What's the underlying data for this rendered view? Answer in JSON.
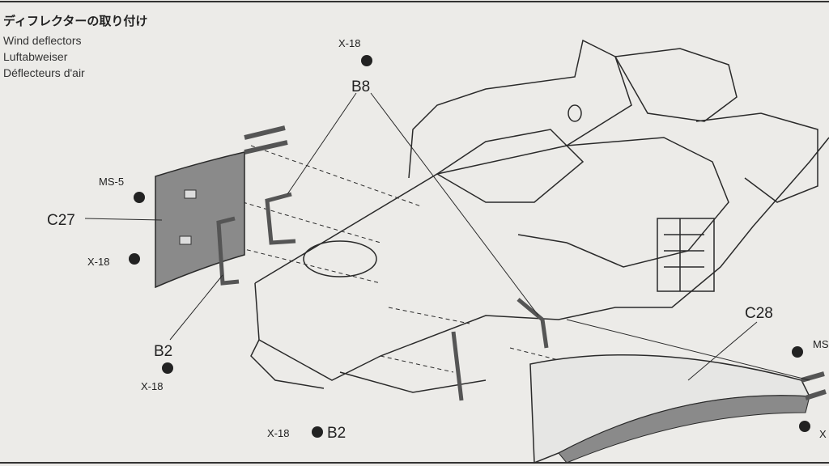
{
  "title": {
    "japanese": "ディフレクターの取り付け",
    "english": "Wind deflectors",
    "german": "Luftabweiser",
    "french": "Déflecteurs d'air"
  },
  "labels": {
    "screw_top": "X-18",
    "part_b8": "B8",
    "screw_ms5": "MS-5",
    "part_c27": "C27",
    "screw_left": "X-18",
    "part_b2_left": "B2",
    "screw_b2_left": "X-18",
    "screw_bottom": "X-18",
    "part_b2_bottom": "B2",
    "part_c28": "C28",
    "screw_right_top": "MS",
    "screw_right_bottom": "X"
  },
  "colors": {
    "paper": "#ecebe8",
    "ink": "#2a2a2a",
    "part_fill": "#8a8a8a"
  }
}
